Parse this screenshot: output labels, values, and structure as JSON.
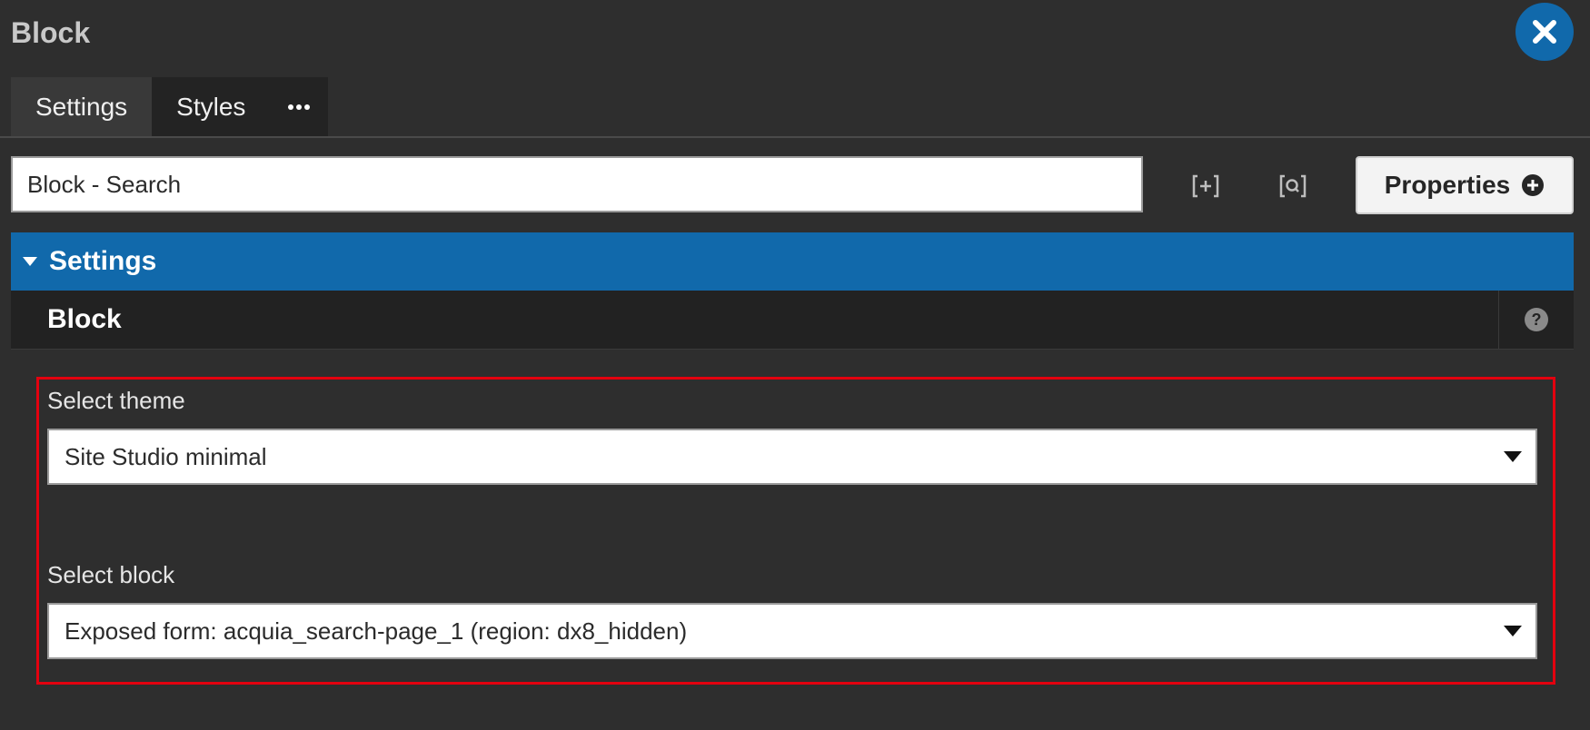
{
  "window": {
    "title": "Block"
  },
  "tabs": [
    {
      "label": "Settings",
      "active": true
    },
    {
      "label": "Styles",
      "active": false
    },
    {
      "label": "···",
      "active": false
    }
  ],
  "toolbar": {
    "name_value": "Block - Search",
    "expand_icon_text": "[+]",
    "search_icon_text": "[Q]",
    "properties_label": "Properties"
  },
  "section": {
    "title": "Settings",
    "sub_title": "Block"
  },
  "form": {
    "theme_label": "Select theme",
    "theme_value": "Site Studio minimal",
    "block_label": "Select block",
    "block_value": "Exposed form: acquia_search-page_1 (region: dx8_hidden)"
  },
  "colors": {
    "accent": "#1169ab",
    "background": "#2e2e2e",
    "highlight": "#e3000f"
  },
  "icons": [
    "close-icon",
    "more-icon",
    "expand-icon",
    "search-icon",
    "plus-circle-icon",
    "caret-down-icon",
    "help-icon",
    "chevron-down-icon"
  ]
}
